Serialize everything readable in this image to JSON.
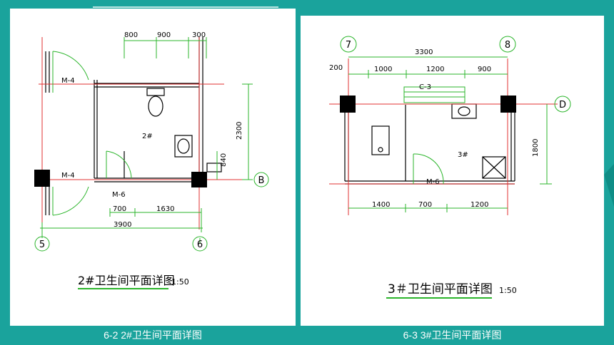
{
  "left_plan": {
    "title": "2#卫生间平面详图",
    "scale": "1:50",
    "caption": "6-2 2#卫生间平面详图",
    "room_label": "2#",
    "axis_left": "5",
    "axis_right": "6",
    "axis_b": "B",
    "top_dims": [
      "800",
      "900",
      "300"
    ],
    "bottom_dims": [
      "700",
      "1630"
    ],
    "total_dim": "3900",
    "right_dim": "2300",
    "small_dim": "840",
    "door_upper": "M-4",
    "door_lower": "M-4",
    "door_inner": "M-6"
  },
  "right_plan": {
    "title": "3＃卫生间平面详图",
    "scale": "1:50",
    "caption": "6-3 3#卫生间平面详图",
    "room_label": "3#",
    "axis_left": "7",
    "axis_right": "8",
    "axis_d": "D",
    "total_dim": "3300",
    "top_dims": [
      "200",
      "1000",
      "1200",
      "900"
    ],
    "window": "C-3",
    "right_dim": "1800",
    "door": "M-6",
    "bottom_dims": [
      "1400",
      "700",
      "1200"
    ]
  }
}
